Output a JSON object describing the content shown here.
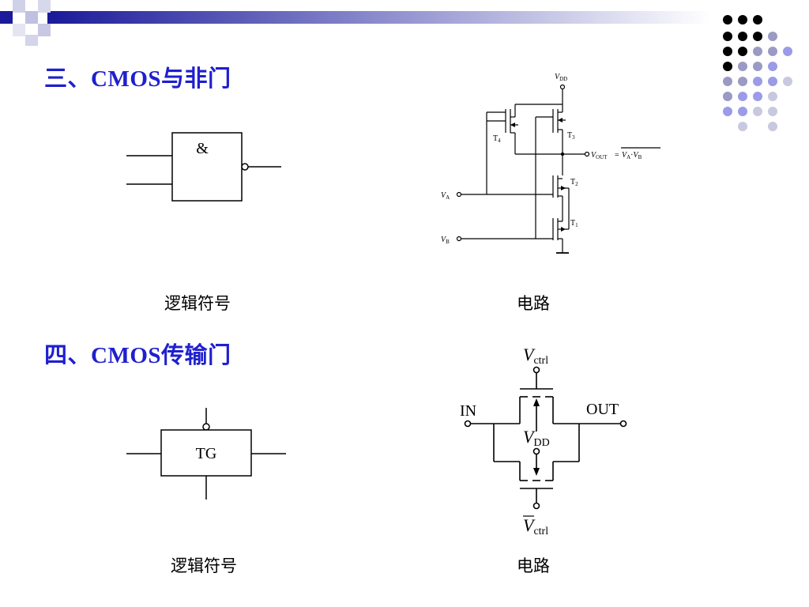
{
  "colors": {
    "title": "#1f1fcf",
    "banner_start": "#1a1a9a",
    "dots_black": "#000000",
    "dots_gray": "#9a9ac4",
    "dots_purple": "#9b9be8",
    "dots_light": "#c8c8e0"
  },
  "section3": {
    "title": "三、CMOS与非门",
    "logic_label": "逻辑符号",
    "gate_symbol": "&",
    "circuit_label": "电路",
    "circuit": {
      "vdd_main": "V",
      "vdd_sub": "DD",
      "t4": "T",
      "t4_sub": "4",
      "t3": "T",
      "t3_sub": "3",
      "t2": "T",
      "t2_sub": "2",
      "t1": "T",
      "t1_sub": "1",
      "va_main": "V",
      "va_sub": "A",
      "vb_main": "V",
      "vb_sub": "B",
      "vout_main": "V",
      "vout_sub": "OUT",
      "vout_eq": "=",
      "vout_expr_a": "V",
      "vout_expr_a_sub": "A",
      "vout_expr_dot": "·",
      "vout_expr_b": "V",
      "vout_expr_b_sub": "B"
    }
  },
  "section4": {
    "title": "四、CMOS传输门",
    "logic_label": "逻辑符号",
    "gate_symbol": "TG",
    "circuit_label": "电路",
    "circuit": {
      "vctrl_main": "V",
      "vctrl_sub": "ctrl",
      "vdd_main": "V",
      "vdd_sub": "DD",
      "in_label": "IN",
      "out_label": "OUT",
      "vctrl_bar_main": "V",
      "vctrl_bar_sub": "ctrl"
    }
  }
}
